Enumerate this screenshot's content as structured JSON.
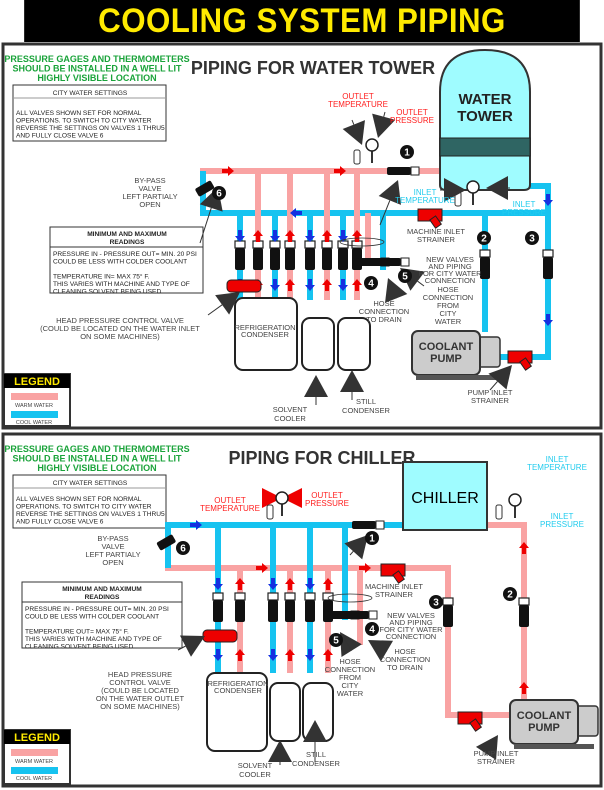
{
  "title": "COOLING SYSTEM PIPING",
  "colors": {
    "warm": "#f9a3a3",
    "cool": "#16c3f0",
    "title_bg": "#000000",
    "title_fg": "#ffea00",
    "note": "#1aa33a",
    "valve": "#ff0000"
  },
  "panels": [
    {
      "heading": "PIPING FOR WATER TOWER",
      "note": [
        "PRESSURE GAGES AND THERMOMETERS",
        "SHOULD BE INSTALLED IN A WELL LIT",
        "HIGHLY VISIBLE LOCATION"
      ],
      "city_box": {
        "title": "CITY WATER SETTINGS",
        "lines": [
          "ALL VALVES SHOWN SET FOR NORMAL",
          "OPERATIONS. TO SWITCH TO CITY WATER",
          "REVERSE THE SETTINGS ON VALVES 1 THRU5",
          "AND FULLY CLOSE VALVE 6"
        ]
      },
      "readings_box": {
        "title": [
          "MINIMUM AND MAXIMUM",
          "READINGS"
        ],
        "lines": [
          "PRESSURE IN - PRESSURE OUT= MIN. 20 PSI",
          "COULD BE LESS WITH COLDER COOLANT",
          "",
          "TEMPERATURE IN= MAX 75° F.",
          "THIS VARIES WITH MACHINE AND TYPE OF",
          "CLEANING SOLVENT BEING USED"
        ]
      },
      "unit": [
        "WATER",
        "TOWER"
      ],
      "labels": {
        "outlet_temp": [
          "OUTLET",
          "TEMPERATURE"
        ],
        "outlet_pressure": [
          "OUTLET",
          "PRESSURE"
        ],
        "inlet_temp": [
          "INLET",
          "TEMPERATURE"
        ],
        "inlet_pressure": [
          "INLET",
          "PRESSURE"
        ],
        "bypass": [
          "BY-PASS",
          "VALVE",
          "LEFT PARTIALY",
          "OPEN"
        ],
        "machine_strainer": [
          "MACHINE INLET",
          "STRAINER"
        ],
        "new_valves": [
          "NEW VALVES",
          "AND PIPING",
          "FOR CITY WATER",
          "CONNECTION"
        ],
        "hose_drain": [
          "HOSE",
          "CONNECTION",
          "TO DRAIN"
        ],
        "hose_city": [
          "HOSE",
          "CONNECTION",
          "FROM",
          "CITY",
          "WATER"
        ],
        "head_pressure": [
          "HEAD PRESSURE CONTROL VALVE",
          "(COULD BE LOCATED ON THE WATER INLET",
          "ON SOME MACHINES)"
        ],
        "refrig": [
          "REFRIGERATION",
          "CONDENSER"
        ],
        "solvent": [
          "SOLVENT",
          "COOLER"
        ],
        "still": [
          "STILL",
          "CONDENSER"
        ],
        "pump": [
          "COOLANT",
          "PUMP"
        ],
        "pump_strainer": [
          "PUMP INLET",
          "STRAINER"
        ]
      },
      "valve_numbers": [
        "1",
        "2",
        "3",
        "4",
        "5",
        "6"
      ]
    },
    {
      "heading": "PIPING FOR CHILLER",
      "note": [
        "PRESSURE GAGES AND THERMOMETERS",
        "SHOULD BE INSTALLED IN A WELL LIT",
        "HIGHLY VISIBLE LOCATION"
      ],
      "city_box": {
        "title": "CITY WATER SETTINGS",
        "lines": [
          "ALL VALVES SHOWN SET FOR NORMAL",
          "OPERATIONS. TO SWITCH TO CITY WATER",
          "REVERSE THE SETTINGS ON VALVES 1 THRU5",
          "AND FULLY CLOSE VALVE 6"
        ]
      },
      "readings_box": {
        "title": [
          "MINIMUM AND MAXIMUM",
          "READINGS"
        ],
        "lines": [
          "PRESSURE IN - PRESSURE OUT= MIN. 20 PSI",
          "COULD BE LESS WITH COLDER COOLANT",
          "",
          "TEMPERATURE OUT= MAX 75° F.",
          "THIS VARIES WITH MACHINE AND TYPE OF",
          "CLEANING SOLVENT BEING USED"
        ]
      },
      "unit": [
        "CHILLER"
      ],
      "labels": {
        "outlet_temp": [
          "OUTLET",
          "TEMPERATURE"
        ],
        "outlet_pressure": [
          "OUTLET",
          "PRESSURE"
        ],
        "inlet_temp": [
          "INLET",
          "TEMPERATURE"
        ],
        "inlet_pressure": [
          "INLET",
          "PRESSURE"
        ],
        "bypass": [
          "BY-PASS",
          "VALVE",
          "LEFT PARTIALY",
          "OPEN"
        ],
        "machine_strainer": [
          "MACHINE INLET",
          "STRAINER"
        ],
        "new_valves": [
          "NEW VALVES",
          "AND PIPING",
          "FOR CITY WATER",
          "CONNECTION"
        ],
        "hose_drain": [
          "HOSE",
          "CONNECTION",
          "TO DRAIN"
        ],
        "hose_city": [
          "HOSE",
          "CONNECTION",
          "FROM",
          "CITY",
          "WATER"
        ],
        "head_pressure": [
          "HEAD PRESSURE",
          "CONTROL VALVE",
          "(COULD BE LOCATED",
          "ON THE WATER OUTLET",
          "ON SOME MACHINES)"
        ],
        "refrig": [
          "REFRIGERATION",
          "CONDENSER"
        ],
        "solvent": [
          "SOLVENT",
          "COOLER"
        ],
        "still": [
          "STILL",
          "CONDENSER"
        ],
        "pump": [
          "COOLANT",
          "PUMP"
        ],
        "pump_strainer": [
          "PUMP INLET",
          "STRAINER"
        ]
      },
      "valve_numbers": [
        "1",
        "2",
        "3",
        "4",
        "5",
        "6"
      ]
    }
  ],
  "legend": {
    "title": "LEGEND",
    "warm": "WARM WATER",
    "cool": "COOL WATER"
  }
}
